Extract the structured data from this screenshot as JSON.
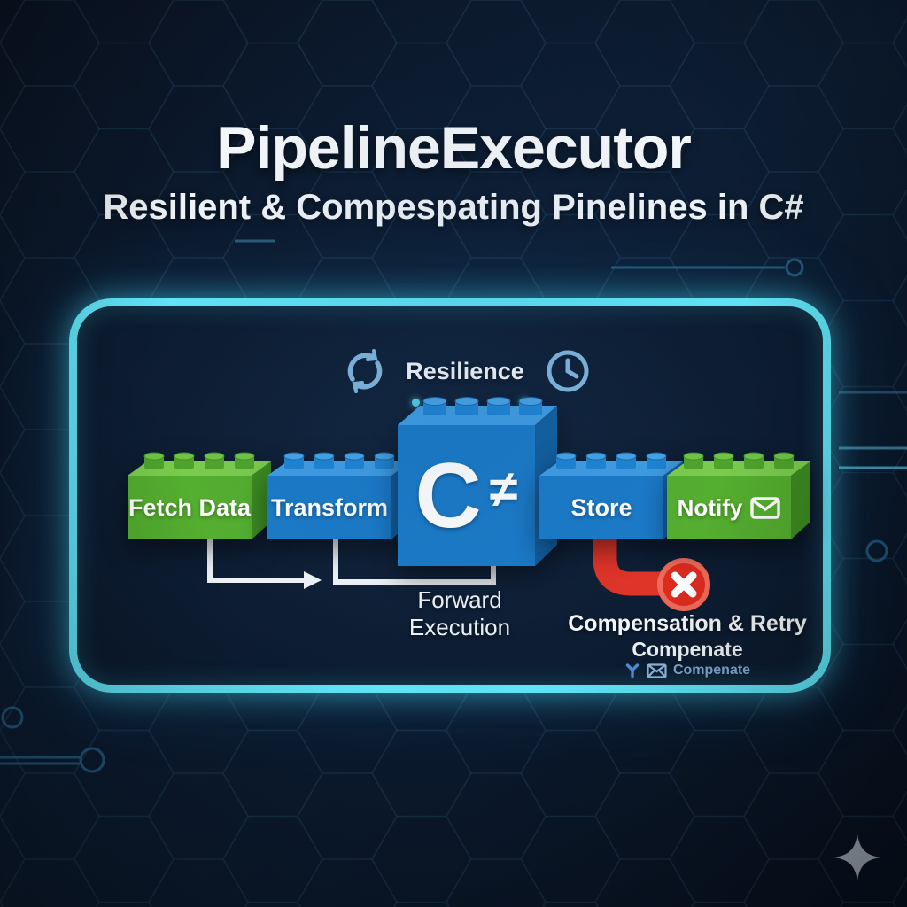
{
  "header": {
    "title": "PipelineExecutor",
    "subtitle": "Resilient & Compespating Pinelines in C#"
  },
  "panel": {
    "resilience_label": "Resilience",
    "forward_label": "Forward Execution",
    "compensation": {
      "title": "Compensation & Retry",
      "line2": "Compenate",
      "caption": "Compenate"
    },
    "blocks": [
      {
        "label": "Fetch Data",
        "color": "green"
      },
      {
        "label": "Transform",
        "color": "blue"
      },
      {
        "label_c": "C",
        "label_sharp": "≠",
        "color": "blue"
      },
      {
        "label": "Store",
        "color": "blue"
      },
      {
        "label": "Notify",
        "color": "green",
        "icon": "envelope-icon"
      }
    ],
    "icons": [
      "refresh-icon",
      "clock-icon"
    ]
  },
  "colors": {
    "background": "#0c1a2e",
    "panel_border": "#5fe3f5",
    "brick_green": "#54ae2f",
    "brick_blue": "#1b7ac7",
    "error_red": "#e03428",
    "connector_white": "#eef3f7",
    "icon_blue": "#7fb6dc",
    "caption_blue": "#7fa8cf"
  }
}
